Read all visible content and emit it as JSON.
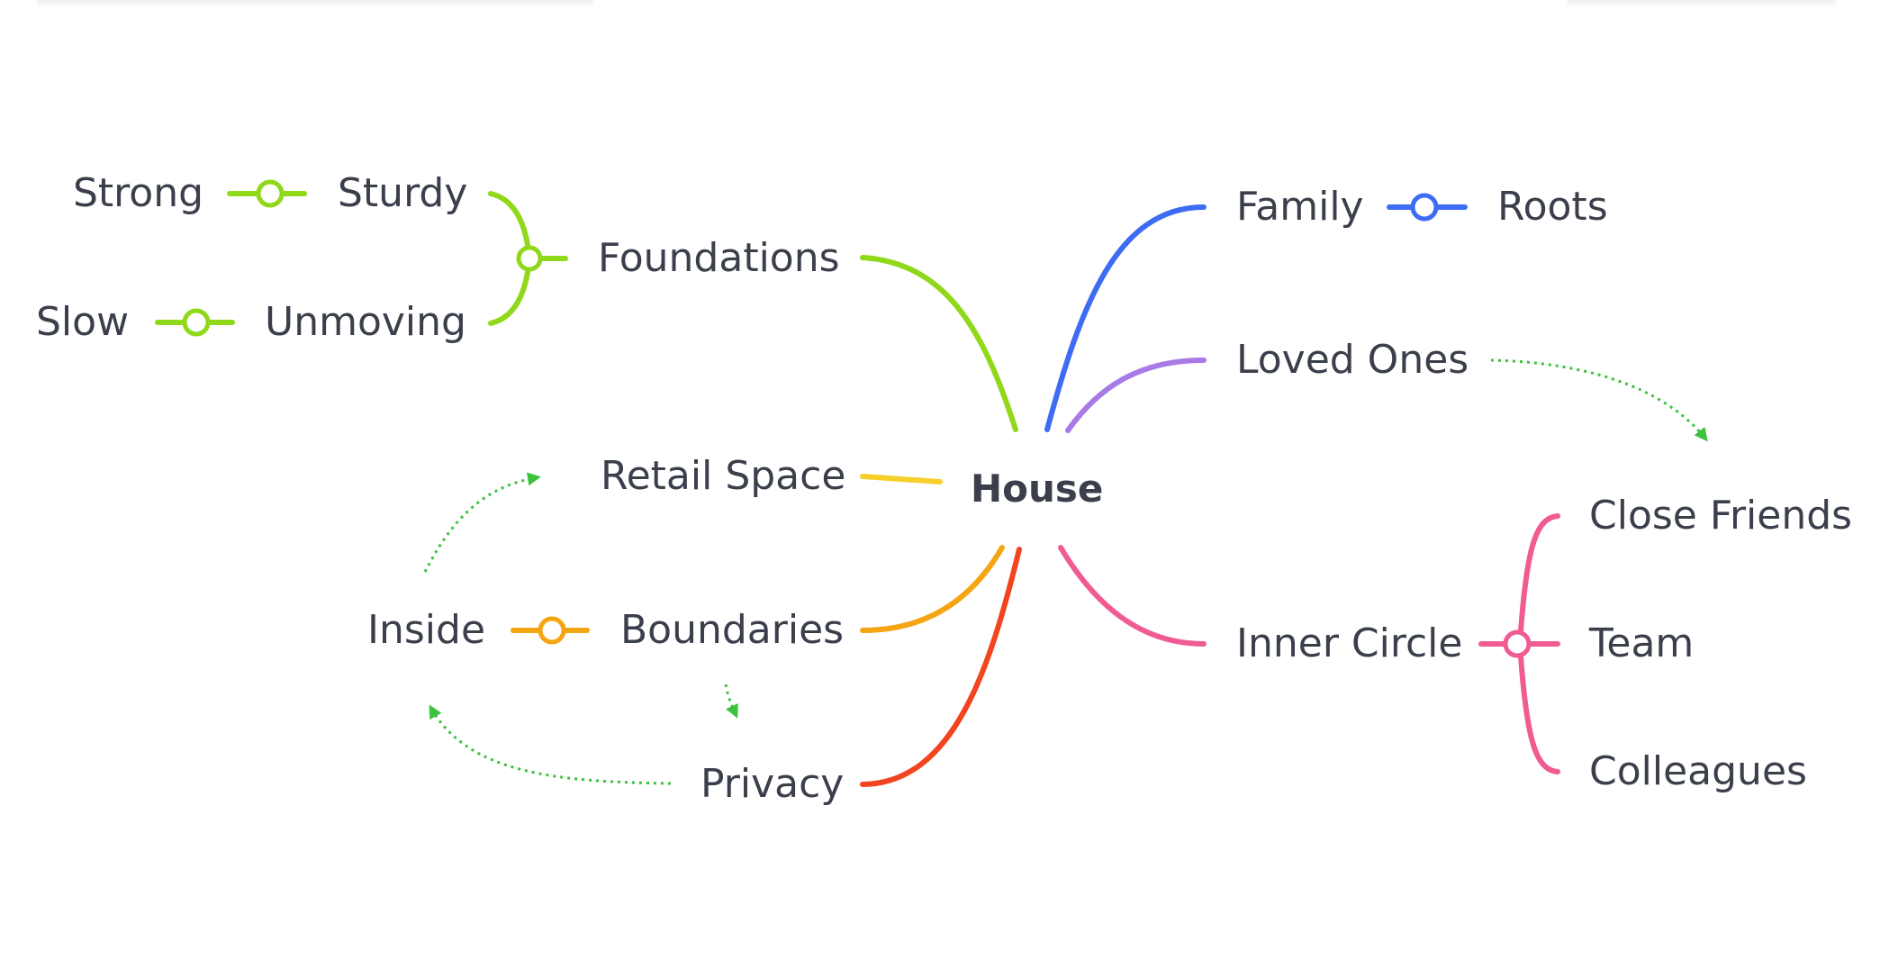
{
  "center": {
    "label": "House"
  },
  "branches": {
    "foundations": "Foundations",
    "strong": "Strong",
    "sturdy": "Sturdy",
    "slow": "Slow",
    "unmoving": "Unmoving",
    "retail_space": "Retail Space",
    "inside": "Inside",
    "boundaries": "Boundaries",
    "privacy": "Privacy",
    "family": "Family",
    "roots": "Roots",
    "loved_ones": "Loved Ones",
    "inner_circle": "Inner Circle",
    "close_friends": "Close Friends",
    "team": "Team",
    "colleagues": "Colleagues"
  },
  "colors": {
    "green": "#8fd81a",
    "blue": "#3d6cf2",
    "purple": "#a77ae6",
    "yellow": "#f7cf2a",
    "orange": "#f5a511",
    "red": "#f2441f",
    "pink": "#f05b93",
    "relation": "#3cc23c",
    "text": "#3a3f4b"
  }
}
